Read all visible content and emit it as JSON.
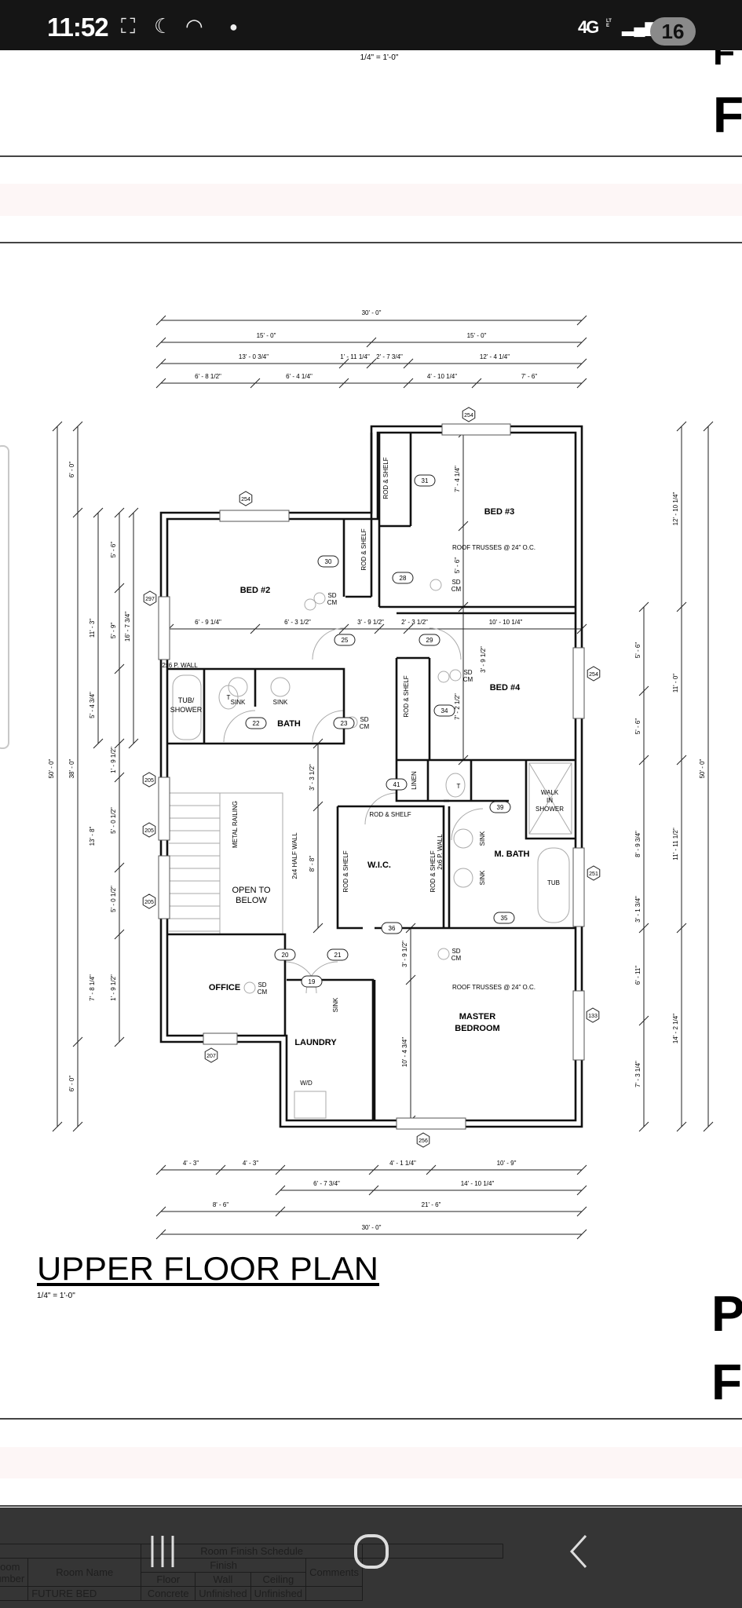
{
  "status_bar": {
    "time": "11:52",
    "network": "4G",
    "network_sub": "LTE",
    "battery": "16"
  },
  "sheet": {
    "top_scale": "1/4\" = 1'-0\"",
    "right_letters": [
      "F",
      "P",
      "F"
    ],
    "title": "UPPER FLOOR PLAN",
    "scale": "1/4\" = 1'-0\""
  },
  "plan": {
    "rooms": [
      "BED #2",
      "BED #3",
      "BED #4",
      "BATH",
      "M. BATH",
      "W.I.C.",
      "OFFICE",
      "LAUNDRY",
      "MASTER",
      "BEDROOM",
      "OPEN TO",
      "BELOW"
    ],
    "fixtures": [
      "TUB/",
      "SHOWER",
      "SINK",
      "SINK",
      "T",
      "T",
      "SINK",
      "SINK",
      "WALK",
      "IN",
      "SHOWER",
      "TUB",
      "W/D",
      "SINK",
      "LINEN",
      "ROD & SHELF",
      "ROD & SHELF",
      "ROD & SHELF",
      "ROD & SHELF",
      "ROD & SHELF",
      "ROD & SHELF",
      "METAL RAILING",
      "2x4 HALF WALL",
      "2x6 P. WALL",
      "2x6 P. WALL",
      "ROOF TRUSSES @ 24\" O.C.",
      "ROOF TRUSSES @ 24\" O.C."
    ],
    "smoke_detectors": [
      "SD",
      "CM"
    ],
    "door_tags": [
      "30",
      "31",
      "28",
      "25",
      "29",
      "34",
      "22",
      "23",
      "41",
      "39",
      "36",
      "35",
      "20",
      "21",
      "19"
    ],
    "window_tags": [
      "254",
      "254",
      "254",
      "297",
      "205",
      "205",
      "205",
      "251",
      "133",
      "207",
      "256"
    ],
    "dimensions": [
      "30' - 0\"",
      "15' - 0\"",
      "15' - 0\"",
      "13' - 0 3/4\"",
      "1' - 11 1/4\"",
      "2' - 7 3/4\"",
      "12' - 4 1/4\"",
      "6' - 8 1/2\"",
      "6' - 4 1/4\"",
      "4' - 10 1/4\"",
      "7' - 6\"",
      "4' - 3\"",
      "4' - 3\"",
      "4' - 1 1/4\"",
      "10' - 9\"",
      "6' - 7 3/4\"",
      "14' - 10 1/4\"",
      "8' - 6\"",
      "21' - 6\"",
      "30' - 0\"",
      "50' - 0\"",
      "38' - 0\"",
      "6' - 0\"",
      "11' - 3\"",
      "5' - 6\"",
      "5' - 9\"",
      "16' - 7 3/4\"",
      "5' - 4 3/4\"",
      "1' - 9 1/2\"",
      "5' - 0 1/2\"",
      "5' - 0 1/2\"",
      "1' - 9 1/2\"",
      "13' - 8\"",
      "7' - 8 1/4\"",
      "6' - 0\"",
      "12' - 10 1/4\"",
      "5' - 6\"",
      "5' - 6\"",
      "11' - 0\"",
      "50' - 0\"",
      "8' - 9 3/4\"",
      "11' - 11 1/2\"",
      "3' - 1 3/4\"",
      "6' - 11\"",
      "14' - 2 1/4\"",
      "7' - 3 1/4\"",
      "6' - 9 1/4\"",
      "6' - 3 1/2\"",
      "3' - 9 1/2\"",
      "2' - 3 1/2\"",
      "10' - 10 1/4\"",
      "7' - 4 1/4\"",
      "5' - 6\"",
      "3' - 9 1/2\"",
      "7' - 2 1/2\"",
      "3' - 3 1/2\"",
      "8' - 8\"",
      "3' - 9 1/2\"",
      "10' - 4 3/4\""
    ]
  },
  "schedule_peek": {
    "title": "Room Finish Schedule",
    "headers": [
      "Room Number",
      "Room Name",
      "Finish",
      "Floor",
      "Wall",
      "Ceiling",
      "Comments"
    ],
    "row": [
      "",
      "FUTURE BED",
      "Concrete",
      "Unfinished",
      "Unfinished",
      ""
    ]
  },
  "nav": {
    "recents": "recents",
    "home": "home",
    "back": "back"
  }
}
